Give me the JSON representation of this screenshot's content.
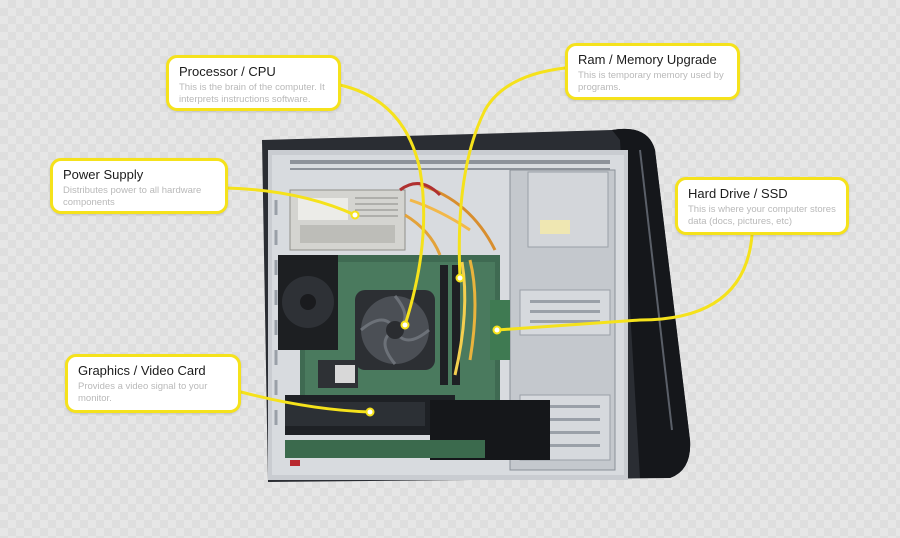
{
  "colors": {
    "accent": "#f5e21b",
    "callout_bg": "#ffffff",
    "title_text": "#1c1c1c",
    "desc_text": "#b9b9b9"
  },
  "callouts": {
    "cpu": {
      "title": "Processor / CPU",
      "desc": "This is the brain of the computer. It interprets instructions software."
    },
    "ram": {
      "title": "Ram / Memory Upgrade",
      "desc": "This is temporary memory used by programs."
    },
    "psu": {
      "title": "Power Supply",
      "desc": "Distributes power to all hardware components"
    },
    "hdd": {
      "title": "Hard Drive / SSD",
      "desc": "This is where your computer stores data (docs, pictures, etc)"
    },
    "gpu": {
      "title": "Graphics / Video Card",
      "desc": "Provides a video signal to your monitor."
    }
  }
}
